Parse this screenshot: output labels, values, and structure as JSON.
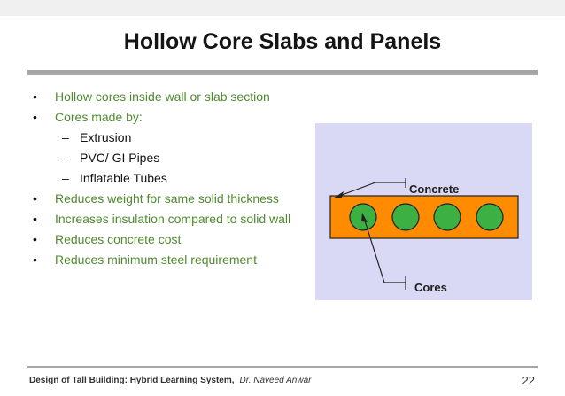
{
  "slide": {
    "title": "Hollow Core Slabs and Panels",
    "bullets": [
      {
        "level": 1,
        "marker": "•",
        "text": "Hollow cores inside wall or slab section"
      },
      {
        "level": 1,
        "marker": "•",
        "text": "Cores made by:"
      },
      {
        "level": 2,
        "marker": "–",
        "text": "Extrusion"
      },
      {
        "level": 2,
        "marker": "–",
        "text": "PVC/ GI Pipes"
      },
      {
        "level": 2,
        "marker": "–",
        "text": "Inflatable Tubes"
      },
      {
        "level": 1,
        "marker": "•",
        "text": "Reduces weight for same solid thickness"
      },
      {
        "level": 1,
        "marker": "•",
        "text": "Increases insulation compared to solid wall"
      },
      {
        "level": 1,
        "marker": "•",
        "text": "Reduces concrete cost"
      },
      {
        "level": 1,
        "marker": "•",
        "text": "Reduces minimum steel requirement"
      }
    ],
    "figure": {
      "concrete_label": "Concrete",
      "cores_label": "Cores",
      "colors": {
        "background": "#d9d9f5",
        "slab": "#ff8c00",
        "core": "#3cb043",
        "line": "#222222"
      }
    },
    "footer": {
      "course": "Design of Tall Building: Hybrid Learning System,",
      "author": "Dr. Naveed Anwar",
      "page_number": "22"
    }
  }
}
